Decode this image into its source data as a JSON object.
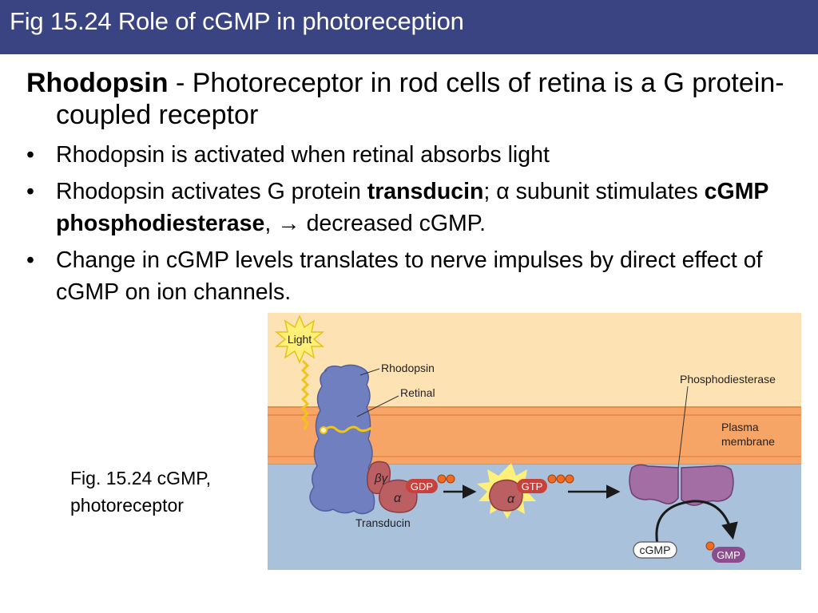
{
  "slide": {
    "title": "Fig 15.24  Role of cGMP in photoreception",
    "lead_term": "Rhodopsin",
    "lead_rest": " - Photoreceptor in rod cells of retina is a G protein-coupled receptor",
    "bullet_char": "•",
    "bullets": [
      {
        "text": "Rhodopsin is activated when retinal absorbs light"
      },
      {
        "pre": "Rhodopsin activates G protein ",
        "bold1": "transducin",
        "mid": ";  α subunit stimulates ",
        "bold2": "cGMP phosphodiesterase",
        "post": ", → decreased cGMP."
      },
      {
        "text": "Change in cGMP levels translates to nerve impulses by direct effect of cGMP on ion channels."
      }
    ],
    "caption": "Fig. 15.24 cGMP, photoreceptor"
  },
  "figure": {
    "labels": {
      "light": "Light",
      "rhodopsin": "Rhodopsin",
      "retinal": "Retinal",
      "phosphodiesterase": "Phosphodiesterase",
      "plasma_membrane_1": "Plasma",
      "plasma_membrane_2": "membrane",
      "beta_gamma": "βγ",
      "alpha_1": "α",
      "alpha_2": "α",
      "gdp": "GDP",
      "gtp": "GTP",
      "transducin": "Transducin",
      "cgmp": "cGMP",
      "gmp": "GMP"
    },
    "colors": {
      "cytoplasm_top": "#fde3b4",
      "membrane": "#f6a566",
      "membrane_line": "#e98d4e",
      "cytoplasm_bottom": "#a9c1da",
      "rhodopsin": "#6f7fbf",
      "transducin": "#bc5f63",
      "phosphodiesterase": "#a26ea4",
      "nucleotide_badge": "#c8413c",
      "phosphate": "#ef6a22",
      "light_burst": "#fff07a",
      "retinal_wave": "#f2c418",
      "gmp_badge": "#8c4d8f"
    }
  }
}
